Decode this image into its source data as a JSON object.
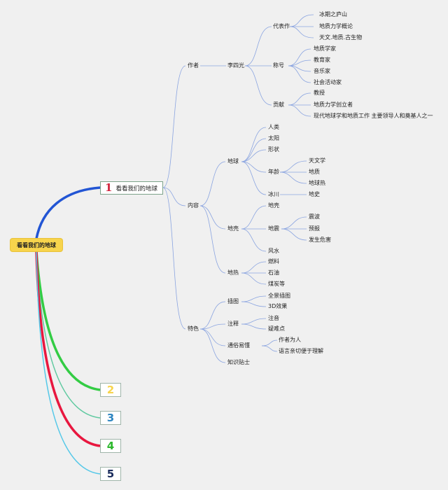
{
  "root": {
    "label": "看看我们的地球"
  },
  "branch_1": {
    "number": "1",
    "label": "看看我们的地球",
    "children": [
      {
        "label": "作者",
        "children": [
          {
            "label": "李四光",
            "children": [
              {
                "label": "代表作",
                "children": [
                  "冰期之庐山",
                  "地质力学概论",
                  "天文.地质.古生物"
                ]
              },
              {
                "label": "称号",
                "children": [
                  "地质学家",
                  "教育家",
                  "音乐家",
                  "社会活动家"
                ]
              },
              {
                "label": "贡献",
                "children": [
                  "教授",
                  "地质力学创立者",
                  "现代地球学和地质工作 主要领导人和奠基人之一"
                ]
              }
            ]
          }
        ]
      },
      {
        "label": "内容",
        "children": [
          {
            "label": "地球",
            "children": [
              {
                "label": "人类"
              },
              {
                "label": "太阳"
              },
              {
                "label": "形状"
              },
              {
                "label": "年龄",
                "children": [
                  "天文学",
                  "地质",
                  "地球热"
                ]
              },
              {
                "label": "冰川",
                "children": [
                  "地史"
                ]
              }
            ]
          },
          {
            "label": "地壳",
            "children": [
              {
                "label": "地壳"
              },
              {
                "label": "地震",
                "children": [
                  "震波",
                  "预报",
                  "发生危害"
                ]
              },
              {
                "label": "风水"
              }
            ]
          },
          {
            "label": "地热",
            "children": [
              "燃料",
              "石油",
              "煤炭等"
            ]
          }
        ]
      },
      {
        "label": "特色",
        "children": [
          {
            "label": "插图",
            "children": [
              "全景插图",
              "3D效果"
            ]
          },
          {
            "label": "注释",
            "children": [
              "注音",
              "疑难点"
            ]
          },
          {
            "label": "通俗易懂",
            "children": [
              "作者为人",
              "语言亲切便于理解"
            ]
          },
          {
            "label": "知识贴士"
          }
        ]
      }
    ]
  },
  "collapsed_branches": [
    {
      "number": "2",
      "color": "#f7d44c"
    },
    {
      "number": "3",
      "color": "#2e86c1"
    },
    {
      "number": "4",
      "color": "#2eb82e"
    },
    {
      "number": "5",
      "color": "#1a2b5c"
    }
  ],
  "colors": {
    "branch_1_line": "#2255d4",
    "branch_2_line": "#33cc44",
    "branch_3_line": "#5fc9a0",
    "branch_4_line": "#e8173f",
    "branch_5_line": "#55c8e8",
    "sub_line": "#8aa4e0",
    "number_1": "#d1233c"
  }
}
